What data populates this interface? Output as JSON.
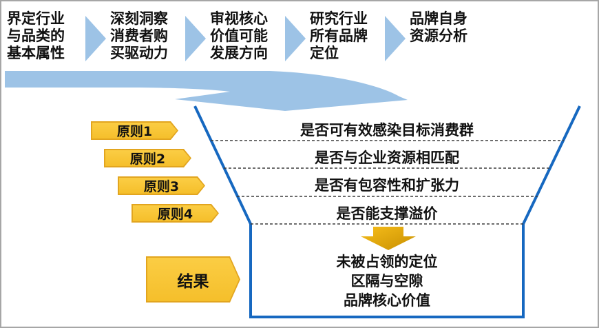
{
  "process_steps": [
    {
      "lines": [
        "界定行业",
        "与品类的",
        "基本属性"
      ]
    },
    {
      "lines": [
        "深刻洞察",
        "消费者购",
        "买驱动力"
      ]
    },
    {
      "lines": [
        "审视核心",
        "价值可能",
        "发展方向"
      ]
    },
    {
      "lines": [
        "研究行业",
        "所有品牌",
        "定位"
      ]
    },
    {
      "lines": [
        "品牌自身",
        "资源分析",
        ""
      ]
    }
  ],
  "funnel": {
    "principles": [
      {
        "label": "原则1",
        "criterion": "是否可有效感染目标消费群"
      },
      {
        "label": "原则2",
        "criterion": "是否与企业资源相匹配"
      },
      {
        "label": "原则3",
        "criterion": "是否有包容性和扩张力"
      },
      {
        "label": "原则4",
        "criterion": "是否能支撑溢价"
      }
    ],
    "result": {
      "label": "结果",
      "lines": [
        "未被占领的定位",
        "区隔与空隙",
        "品牌核心价值"
      ]
    }
  },
  "colors": {
    "light-blue": "#9DC3E6",
    "funnel-blue": "#1668C0",
    "tag-gold": "#F5BF2B",
    "tag-gold-border": "#E2A51F",
    "arrow-gold-light": "#F7BE1B",
    "arrow-gold-dark": "#C88F00",
    "text-black": "#111111",
    "border-gray": "#A6A6A6"
  }
}
